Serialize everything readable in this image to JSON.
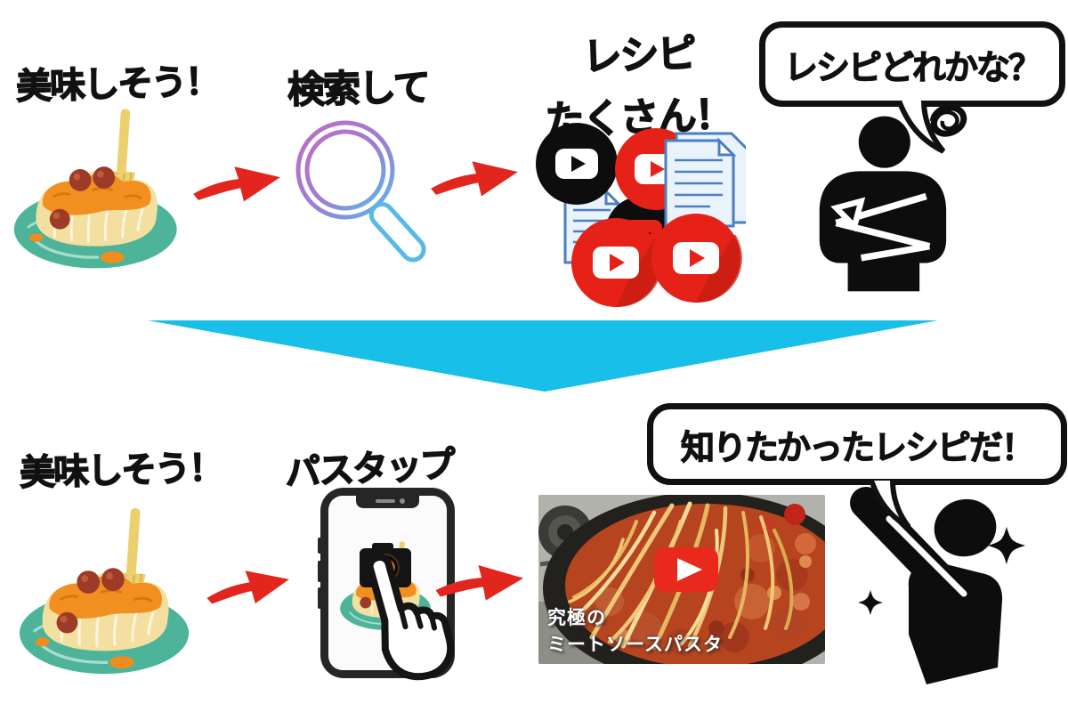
{
  "top_row": {
    "step1_label": "美味しそう！",
    "step2_label": "検索して",
    "step3_label_line1": "レシピ",
    "step3_label_line2": "たくさん！",
    "speech_bubble": "レシピどれかな？"
  },
  "bottom_row": {
    "step1_label": "美味しそう！",
    "step2_label": "パスタップ",
    "speech_bubble": "知りたかったレシピだ！",
    "video_caption_line1": "究極の",
    "video_caption_line2": "ミートソースパスタ"
  },
  "icons": {
    "pasta_plate": "pasta-plate-icon",
    "red_arrow": "arrow-right-icon",
    "magnifier": "search-magnifier-icon",
    "youtube_play": "youtube-play-icon",
    "document": "recipe-document-icon",
    "confused_person": "person-arms-crossed-icon",
    "scribble": "confusion-scribble-icon",
    "down_flow": "big-down-arrow",
    "smartphone": "smartphone-icon",
    "camera": "camera-icon",
    "tap_hand": "tap-hand-icon",
    "video_play": "video-play-button-icon",
    "excited_person": "person-excited-icon",
    "sparkle": "sparkle-icon"
  },
  "colors": {
    "arrow_red": "#e2261d",
    "flow_cyan": "#18bfe8",
    "youtube_red": "#e62117",
    "plate_teal": "#4db49a",
    "doc_blue": "#4a7fc1",
    "magnifier_purple": "#c06cc4",
    "magnifier_blue": "#58b9e8",
    "ink_black": "#111111"
  }
}
